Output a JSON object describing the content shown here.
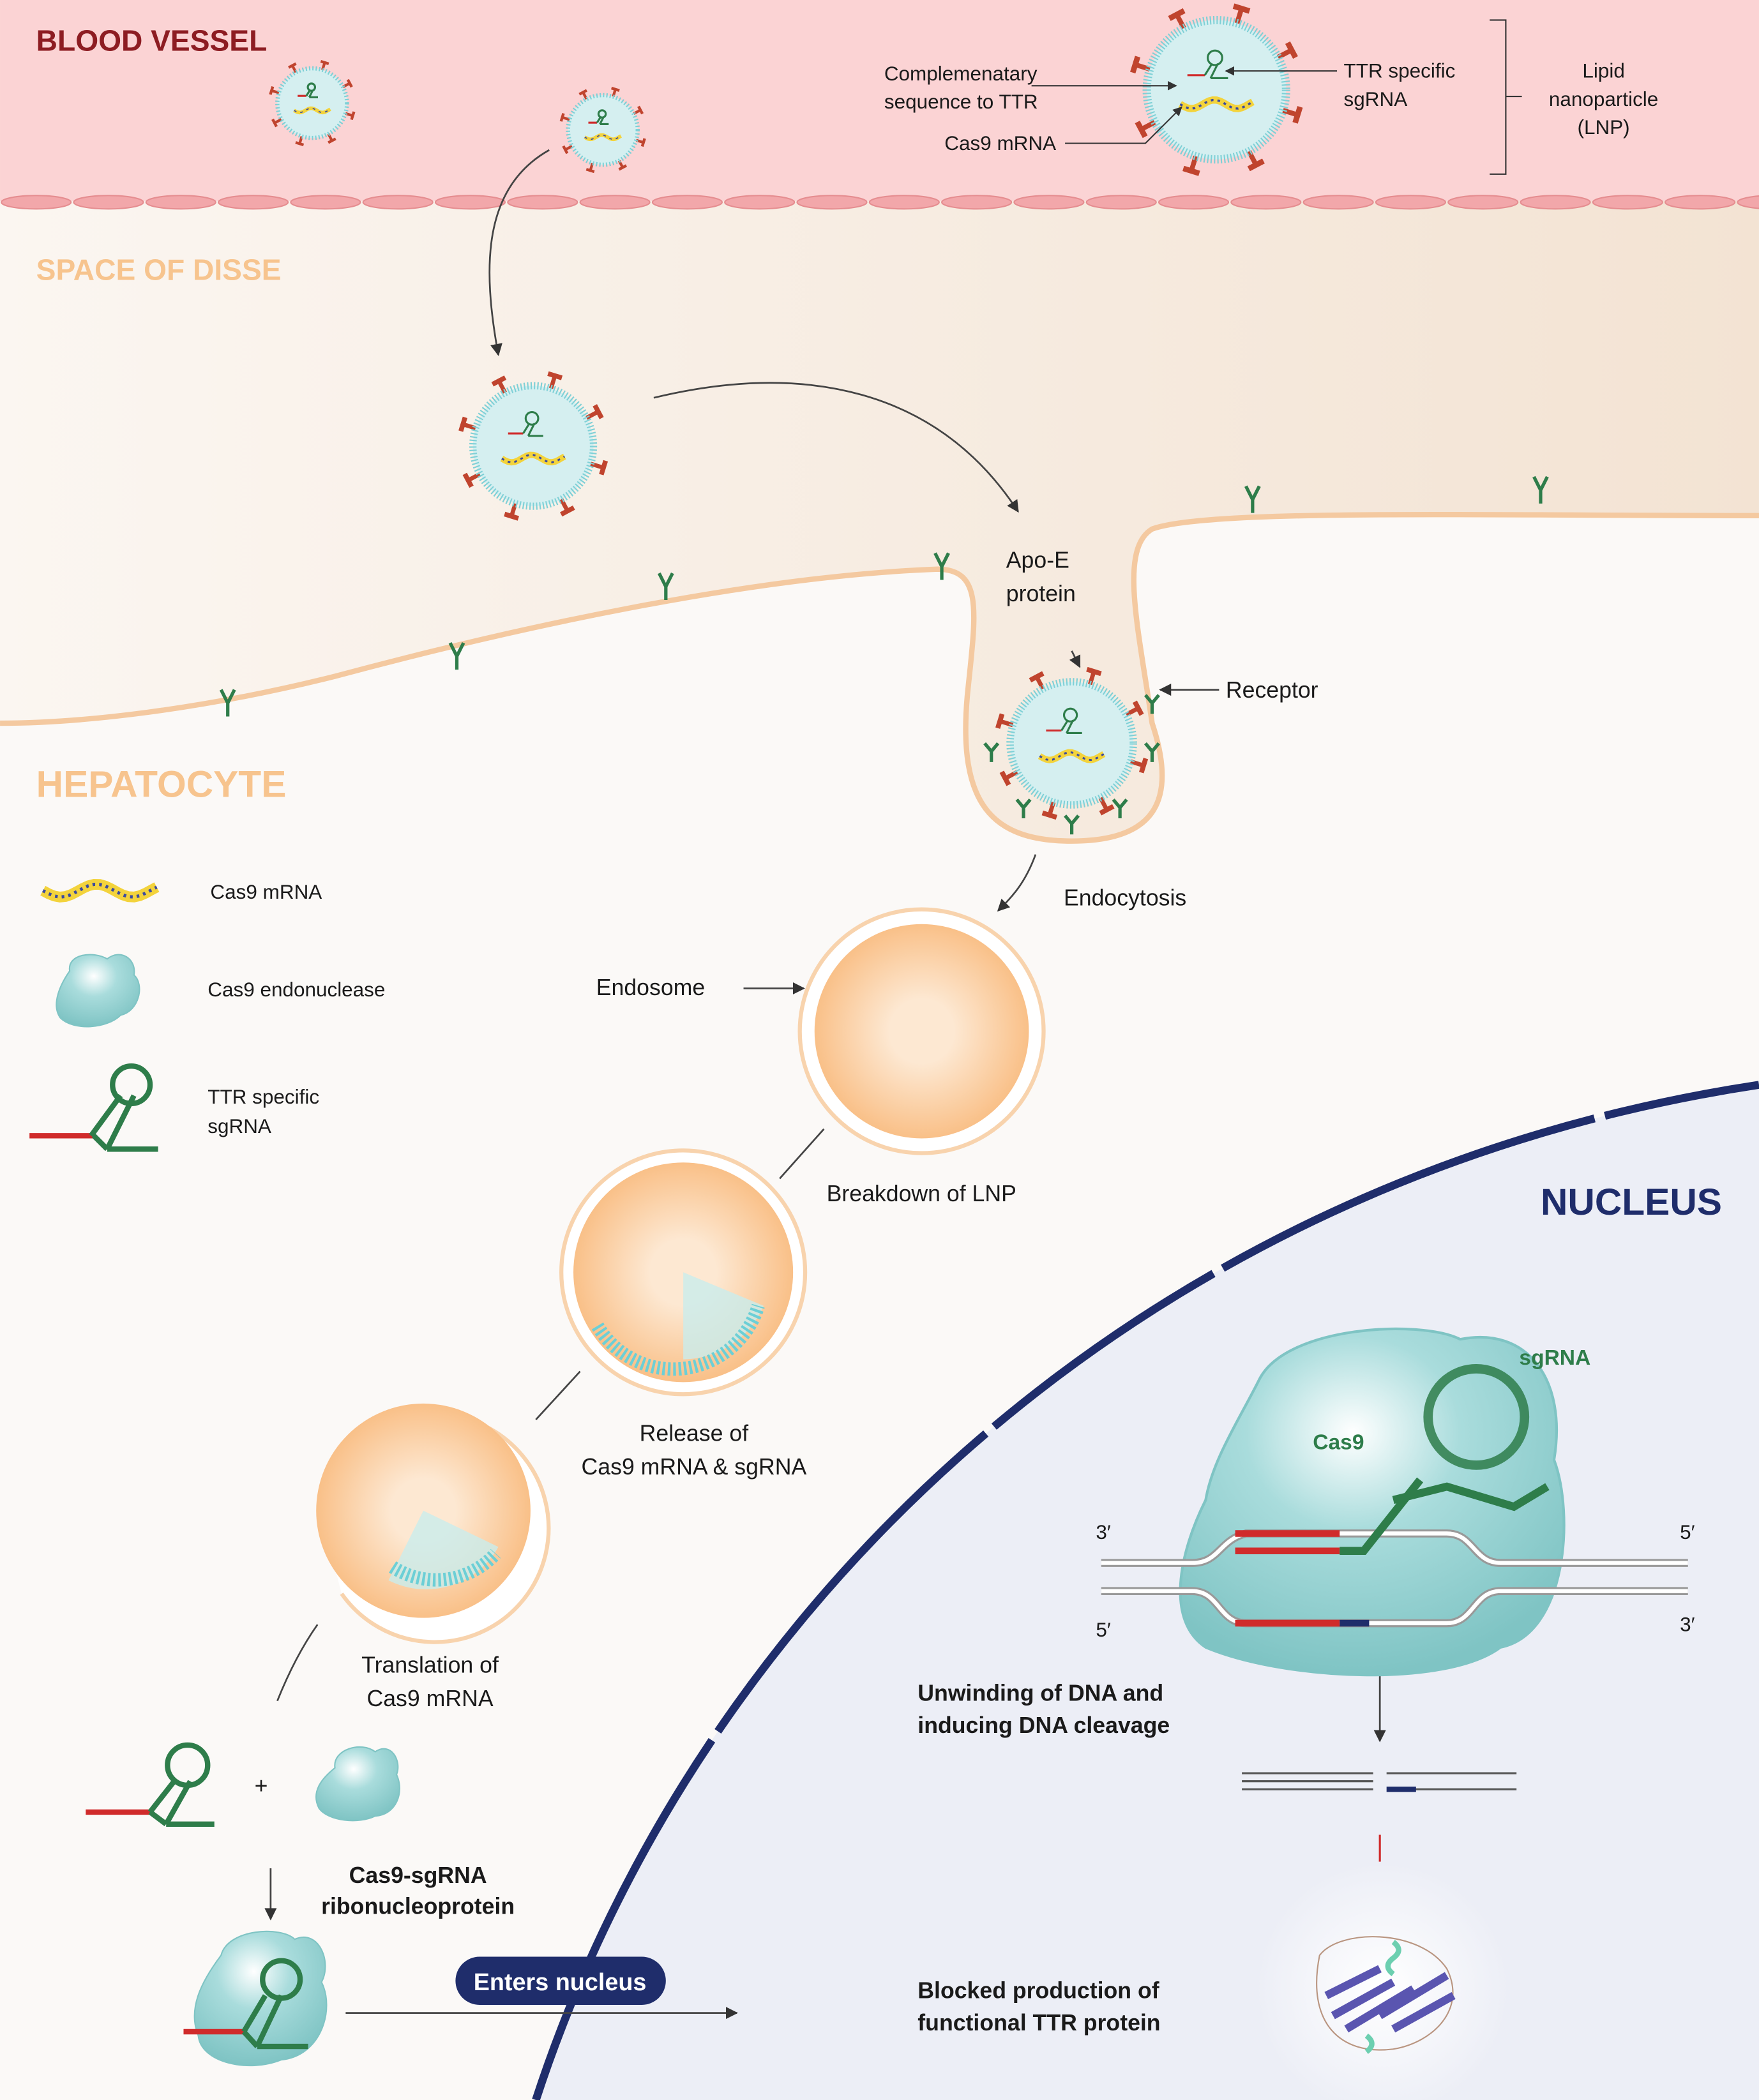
{
  "regions": {
    "blood_vessel": "BLOOD VESSEL",
    "space_of_disse": "SPACE OF DISSE",
    "hepatocyte": "HEPATOCYTE",
    "nucleus": "NUCLEUS"
  },
  "lnp_callouts": {
    "complementary_1": "Complemenatary",
    "complementary_2": "sequence to TTR",
    "cas9_mrna": "Cas9 mRNA",
    "ttr_sgrna_1": "TTR specific",
    "ttr_sgrna_2": "sgRNA",
    "lnp_1": "Lipid",
    "lnp_2": "nanoparticle",
    "lnp_3": "(LNP)"
  },
  "legend": {
    "cas9_mrna": "Cas9 mRNA",
    "cas9_endonuclease": "Cas9 endonuclease",
    "sgrna_1": "TTR specific",
    "sgrna_2": "sgRNA"
  },
  "steps": {
    "apoe_1": "Apo-E",
    "apoe_2": "protein",
    "receptor": "Receptor",
    "endocytosis": "Endocytosis",
    "endosome": "Endosome",
    "breakdown": "Breakdown of LNP",
    "release_1": "Release of",
    "release_2": "Cas9 mRNA & sgRNA",
    "translation_1": "Translation of",
    "translation_2": "Cas9 mRNA",
    "plus": "+",
    "rnp_1": "Cas9-sgRNA",
    "rnp_2": "ribonucleoprotein",
    "enters_nucleus": "Enters nucleus"
  },
  "nucleus_panel": {
    "sgrna": "sgRNA",
    "cas9": "Cas9",
    "end_3_top": "3′",
    "end_5_top": "5′",
    "end_5_bottom": "5′",
    "end_3_bottom": "3′",
    "unwinding_1": "Unwinding of DNA and",
    "unwinding_2": "inducing DNA cleavage",
    "blocked_1": "Blocked production of",
    "blocked_2": "functional TTR protein"
  },
  "colors": {
    "blood_vessel": "#fbd3d4",
    "disse": "#f6e8da",
    "hepatocyte": "#fbf9f7",
    "nucleus": "#eceef6",
    "nuclear_envelope": "#1f2d6b",
    "lnp": "#d5eff0",
    "apoe": "#c0442e",
    "sgrna_green": "#2e7d4a",
    "red": "#d02b2b",
    "region_title_red": "#8d1c22",
    "region_title_orange": "#f7c48e"
  }
}
